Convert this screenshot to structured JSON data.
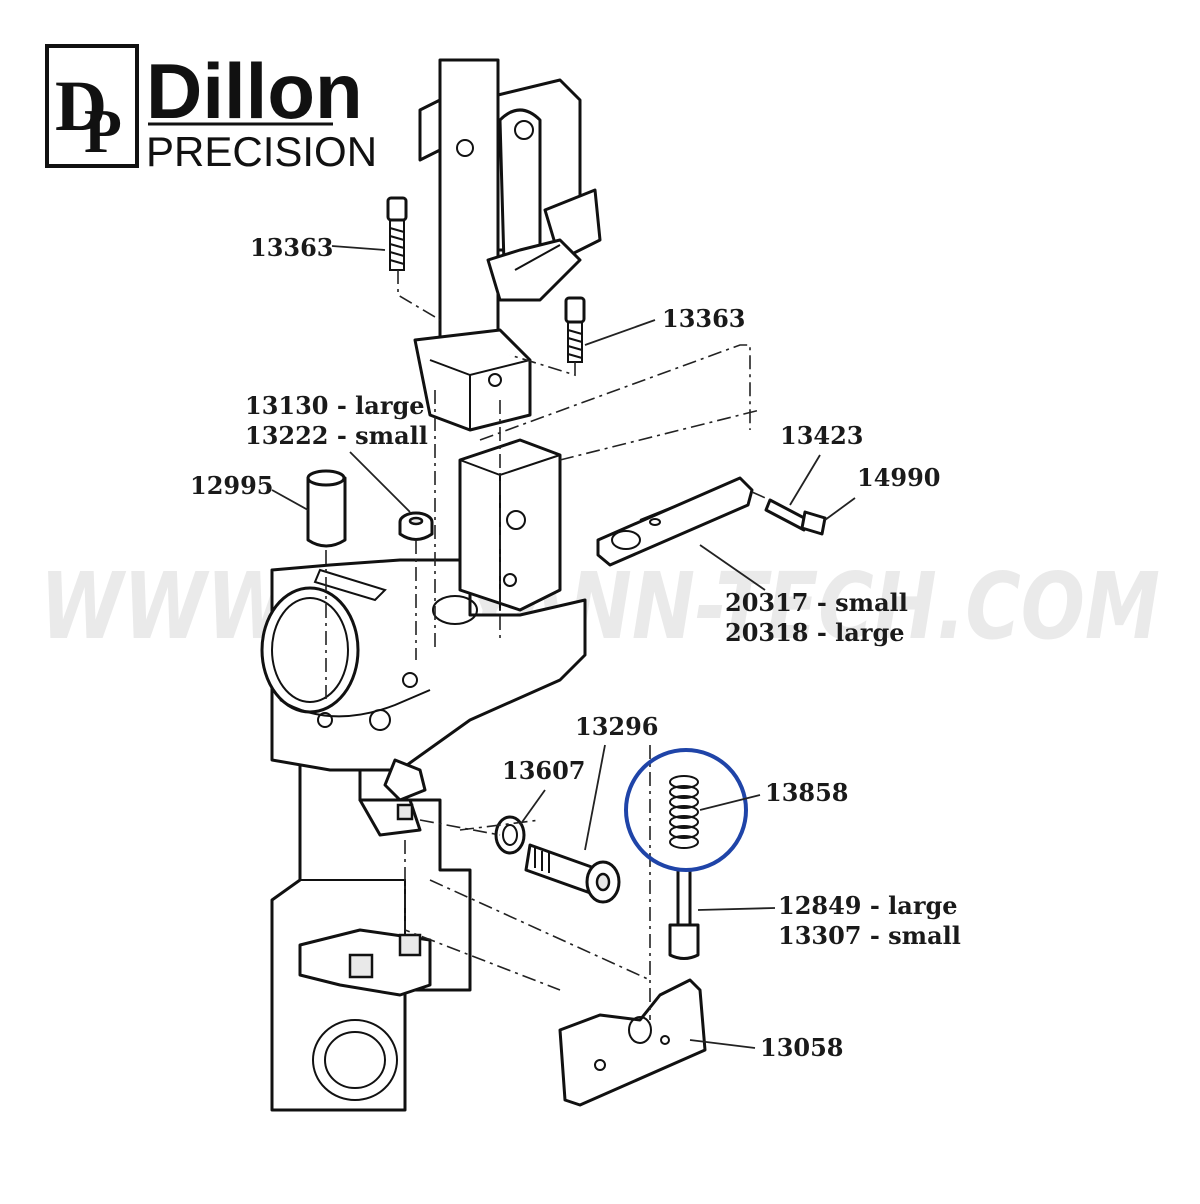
{
  "logo": {
    "monogram_left": "D",
    "monogram_right": "P",
    "wordmark": "Dillon",
    "subtitle": "PRECISION"
  },
  "watermark": {
    "text": "WWW.ELEYANN-TECH.COM"
  },
  "highlight": {
    "color": "#1f44a8",
    "part": "13858"
  },
  "labels": {
    "p13363_a": "13363",
    "p13363_b": "13363",
    "p13130": "13130 - large",
    "p13222": "13222 - small",
    "p12995": "12995",
    "p13423": "13423",
    "p14990": "14990",
    "p20317": "20317 - small",
    "p20318": "20318 - large",
    "p13296": "13296",
    "p13607": "13607",
    "p13858": "13858",
    "p12849": "12849 - large",
    "p13307": "13307 - small",
    "p13058": "13058"
  }
}
